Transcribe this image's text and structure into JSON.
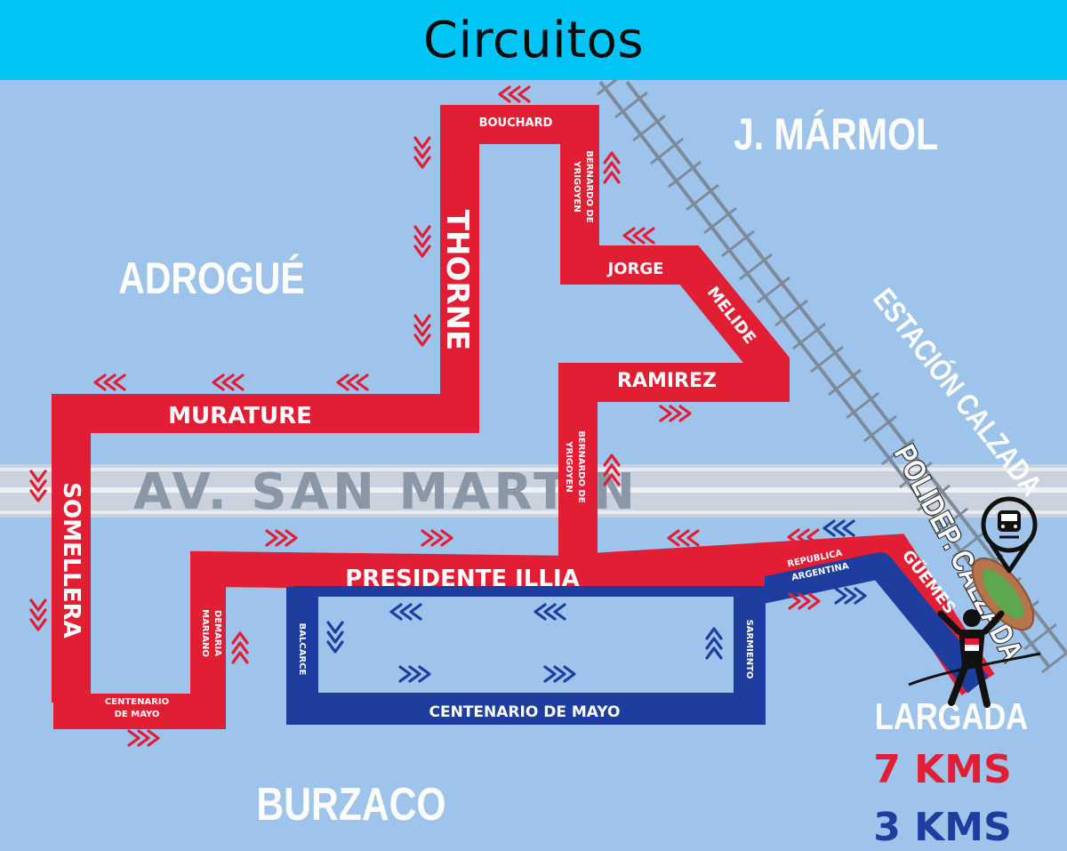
{
  "title": "Circuitos",
  "neighborhoods": {
    "adrogue": "ADROGUÉ",
    "jmarmol": "J. MÁRMOL",
    "burzaco": "BURZACO"
  },
  "avenue": "AV. SAN MARTIN",
  "places": {
    "estacion": "ESTACIÓN CALZADA",
    "polidep": "POLIDEP. CALZADA",
    "largada": "LARGADA"
  },
  "streets": {
    "bouchard": "BOUCHARD",
    "thorne": "THORNE",
    "yrigoyen_top_1": "BERNARDO DE",
    "yrigoyen_top_2": "YRIGOYEN",
    "jorge": "JORGE",
    "melide": "MELIDE",
    "ramirez": "RAMIREZ",
    "yrigoyen_mid_1": "BERNARDO DE",
    "yrigoyen_mid_2": "YRIGOYEN",
    "murature": "MURATURE",
    "somellera": "SOMELLERA",
    "illia": "PRESIDENTE ILLIA",
    "demaria_1": "MARIANO",
    "demaria_2": "DEMARIA",
    "centenario_small_1": "CENTENARIO",
    "centenario_small_2": "DE MAYO",
    "balcarce": "BALCARCE",
    "sarmiento": "SARMIENTO",
    "centenario_blue": "CENTENARIO DE MAYO",
    "republica_1": "REPUBLICA",
    "republica_2": "ARGENTINA",
    "guemes": "GÜEMES"
  },
  "legend": {
    "km7": "7 KMS",
    "km3": "3 KMS"
  },
  "colors": {
    "header": "#00c4f5",
    "background": "#9fc4ec",
    "route_7km": "#e21e35",
    "route_3km": "#1d3e9e",
    "avenue": "#d6dde6",
    "rail": "#8c99a8"
  },
  "icons": {
    "station": "train-station-pin-icon",
    "stadium": "running-track-icon",
    "runner": "runner-finish-line-icon"
  }
}
